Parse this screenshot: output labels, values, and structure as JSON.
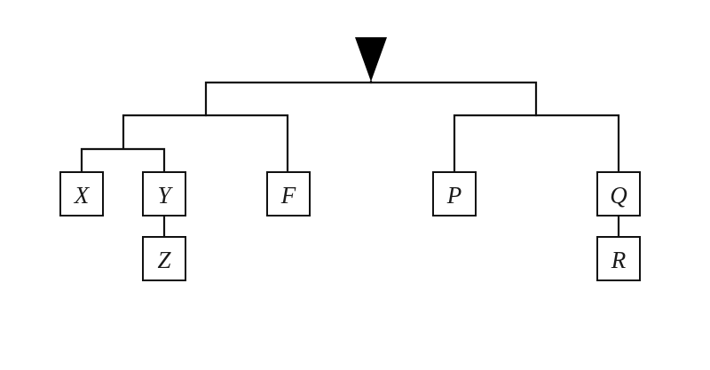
{
  "colors": {
    "line": "#111111",
    "marker": "#000000",
    "background": "#ffffff"
  },
  "diagram": {
    "root": {
      "icon": "down-triangle-marker"
    },
    "nodes": [
      {
        "id": "X",
        "label": "X"
      },
      {
        "id": "Y",
        "label": "Y"
      },
      {
        "id": "Z",
        "label": "Z"
      },
      {
        "id": "F",
        "label": "F"
      },
      {
        "id": "P",
        "label": "P"
      },
      {
        "id": "Q",
        "label": "Q"
      },
      {
        "id": "R",
        "label": "R"
      }
    ]
  }
}
